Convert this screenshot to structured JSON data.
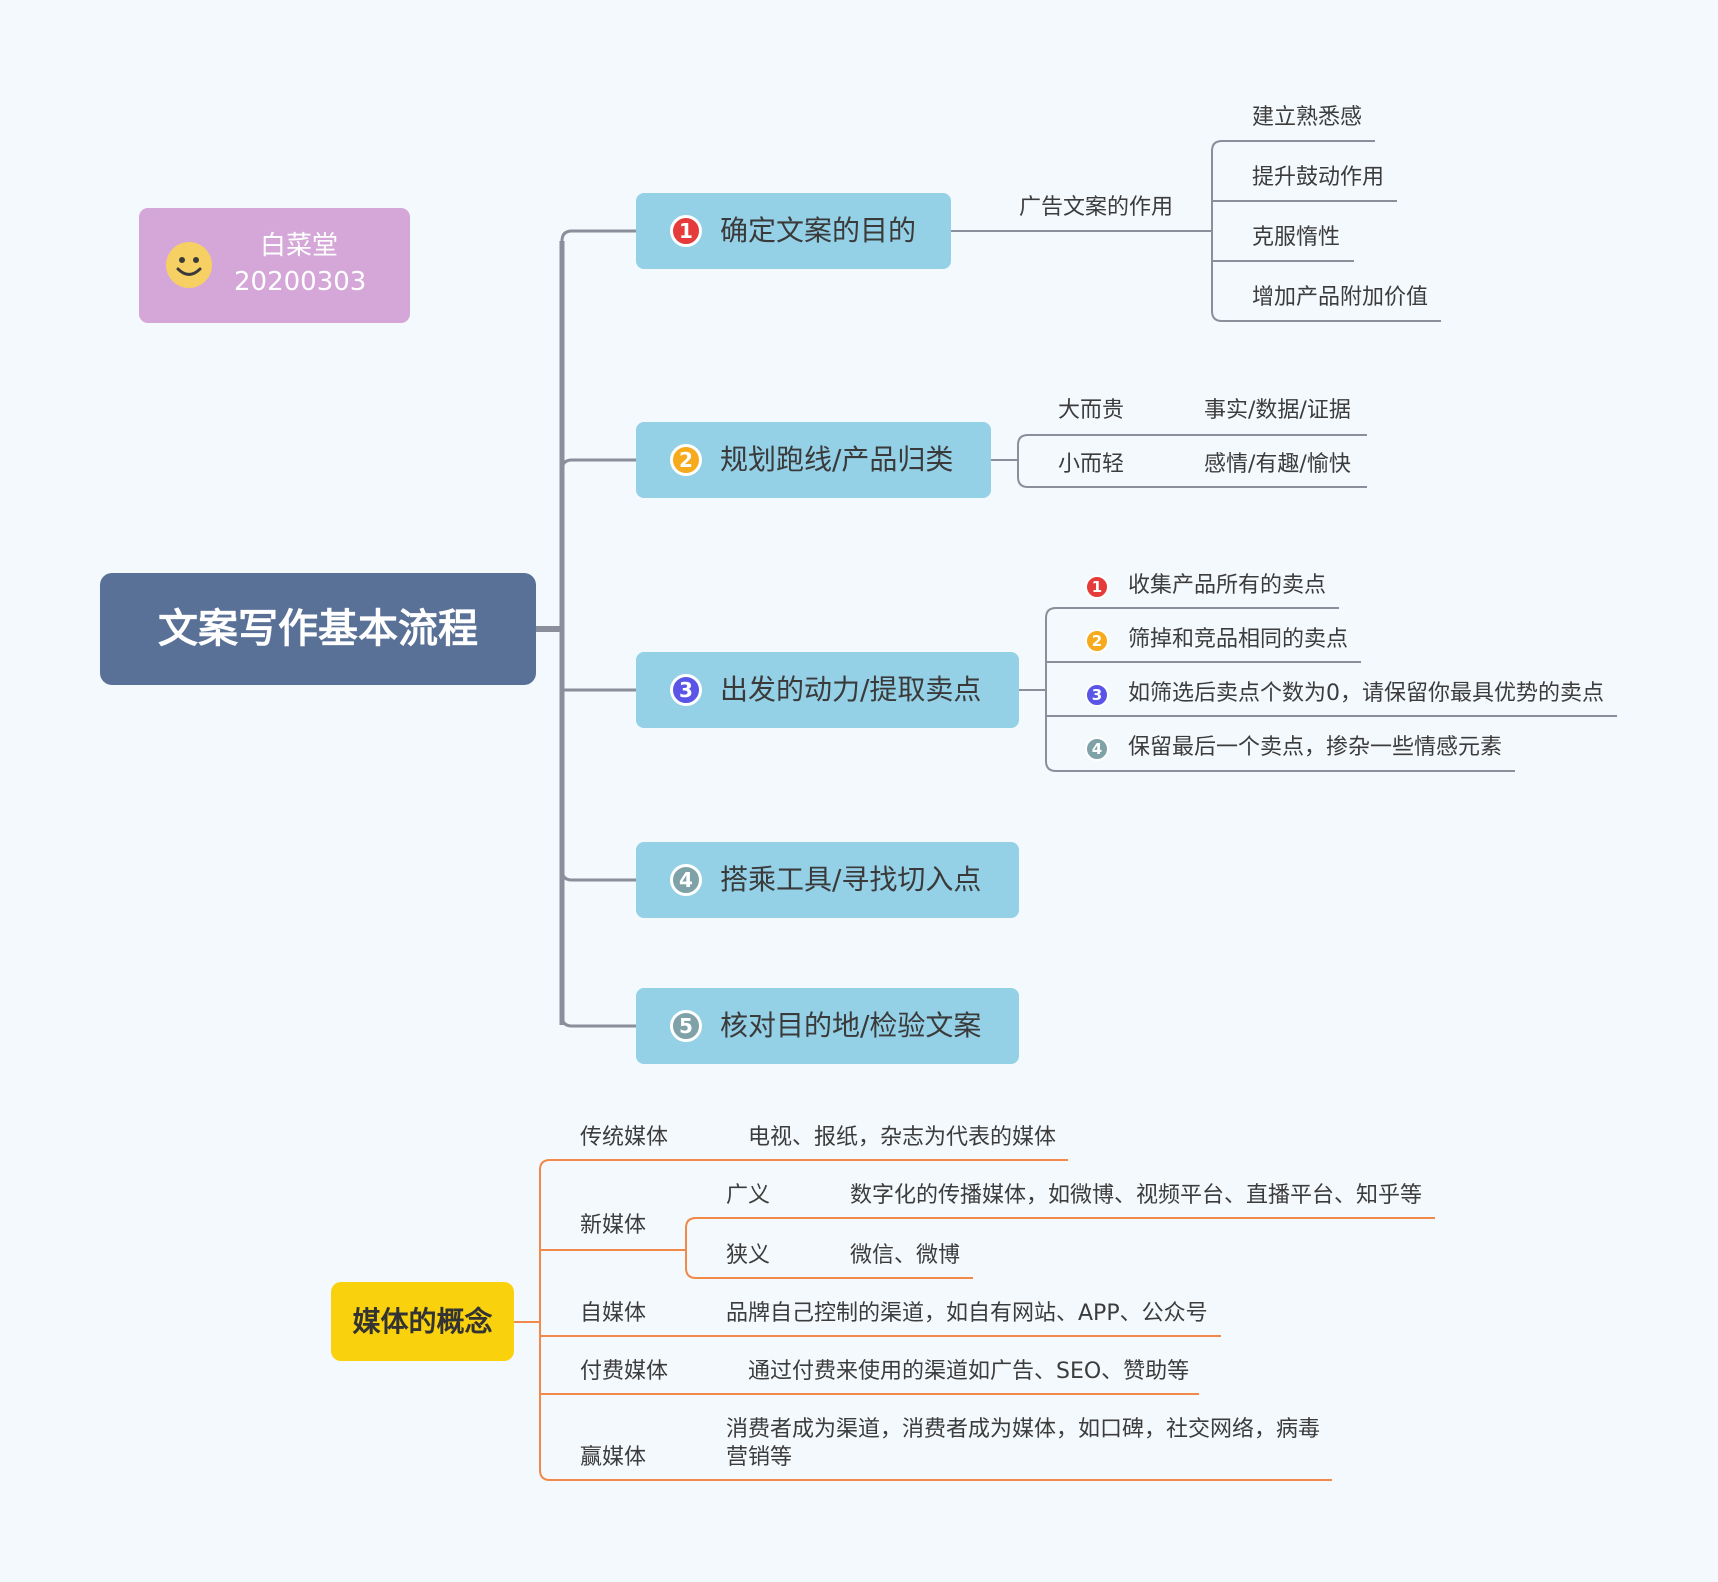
{
  "tag": {
    "name": "白菜堂",
    "date": "20200303"
  },
  "root": "文案写作基本流程",
  "branches": [
    {
      "num": "1",
      "label": "确定文案的目的"
    },
    {
      "num": "2",
      "label": "规划跑线/产品归类"
    },
    {
      "num": "3",
      "label": "出发的动力/提取卖点"
    },
    {
      "num": "4",
      "label": "搭乘工具/寻找切入点"
    },
    {
      "num": "5",
      "label": "核对目的地/检验文案"
    }
  ],
  "b1": {
    "mid": "广告文案的作用",
    "leaves": [
      "建立熟悉感",
      "提升鼓动作用",
      "克服惰性",
      "增加产品附加价值"
    ]
  },
  "b2": {
    "rows": [
      {
        "a": "大而贵",
        "b": "事实/数据/证据"
      },
      {
        "a": "小而轻",
        "b": "感情/有趣/愉快"
      }
    ]
  },
  "b3": {
    "items": [
      {
        "num": "1",
        "text": "收集产品所有的卖点"
      },
      {
        "num": "2",
        "text": "筛掉和竞品相同的卖点"
      },
      {
        "num": "3",
        "text": "如筛选后卖点个数为0，请保留你最具优势的卖点"
      },
      {
        "num": "4",
        "text": "保留最后一个卖点，掺杂一些情感元素"
      }
    ]
  },
  "media": {
    "root": "媒体的概念",
    "traditional": {
      "name": "传统媒体",
      "desc": "电视、报纸，杂志为代表的媒体"
    },
    "new": {
      "name": "新媒体",
      "broad": {
        "name": "广义",
        "desc": "数字化的传播媒体，如微博、视频平台、直播平台、知乎等"
      },
      "narrow": {
        "name": "狭义",
        "desc": "微信、微博"
      }
    },
    "self": {
      "name": "自媒体",
      "desc": "品牌自己控制的渠道，如自有网站、APP、公众号"
    },
    "paid": {
      "name": "付费媒体",
      "desc": "通过付费来使用的渠道如广告、SEO、赞助等"
    },
    "earned": {
      "name": "赢媒体",
      "desc_line1": "消费者成为渠道，消费者成为媒体，如口碑，社交网络，病毒",
      "desc_line2": "营销等"
    }
  },
  "colors": {
    "background": "#f4f9fd",
    "root": "#5a7197",
    "branch": "#94d0e6",
    "tag": "#d4a7d8",
    "media_root": "#f9d10d",
    "orange_line": "#f0894a",
    "gray_line": "#8a909b"
  }
}
